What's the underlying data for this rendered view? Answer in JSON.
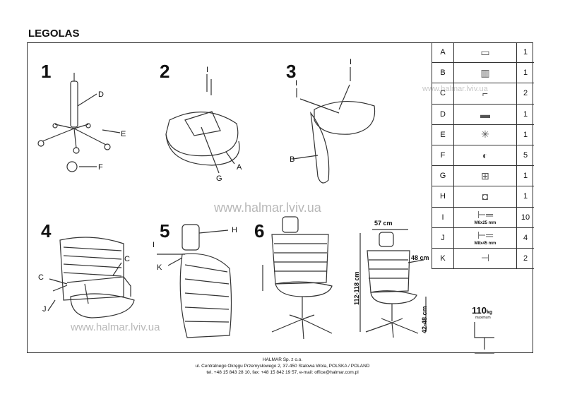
{
  "title": "LEGOLAS",
  "steps": [
    "1",
    "2",
    "3",
    "4",
    "5",
    "6"
  ],
  "callouts": {
    "s1": [
      "D",
      "E",
      "F"
    ],
    "s2": [
      "I",
      "G",
      "A"
    ],
    "s3": [
      "I",
      "I",
      "B"
    ],
    "s4": [
      "C",
      "C",
      "J"
    ],
    "s5": [
      "H",
      "I",
      "K"
    ]
  },
  "watermark": "www.halmar.lviv.ua",
  "dimensions": {
    "width": "57 cm",
    "depth": "48 cm",
    "height": "112-118 cm",
    "seat_height": "42-48 cm"
  },
  "max_load": {
    "value": "110",
    "unit": "kg",
    "sub": "maximum"
  },
  "parts": [
    {
      "letter": "A",
      "icon": "seat-icon",
      "qty": "1"
    },
    {
      "letter": "B",
      "icon": "backrest-icon",
      "qty": "1"
    },
    {
      "letter": "C",
      "icon": "armrest-icon",
      "qty": "2"
    },
    {
      "letter": "D",
      "icon": "gas-lift-icon",
      "qty": "1"
    },
    {
      "letter": "E",
      "icon": "base-icon",
      "qty": "1"
    },
    {
      "letter": "F",
      "icon": "caster-icon",
      "qty": "5"
    },
    {
      "letter": "G",
      "icon": "mechanism-icon",
      "qty": "1"
    },
    {
      "letter": "H",
      "icon": "headrest-icon",
      "qty": "1"
    },
    {
      "letter": "I",
      "icon": "screw-icon",
      "spec": "M6x25 mm",
      "qty": "10"
    },
    {
      "letter": "J",
      "icon": "screw-icon",
      "spec": "M8x45 mm",
      "qty": "4"
    },
    {
      "letter": "K",
      "icon": "allen-key-icon",
      "qty": "2"
    }
  ],
  "footer": [
    "HALMAR Sp. z o.o.",
    "ul. Centralnego Okręgu Przemysłowego 2, 37-450 Stalowa Wola, POLSKA / POLAND",
    "tel. +48 15 843 28 10, fax: +48 15 842 19 57, e-mail: office@halmar.com.pl"
  ]
}
